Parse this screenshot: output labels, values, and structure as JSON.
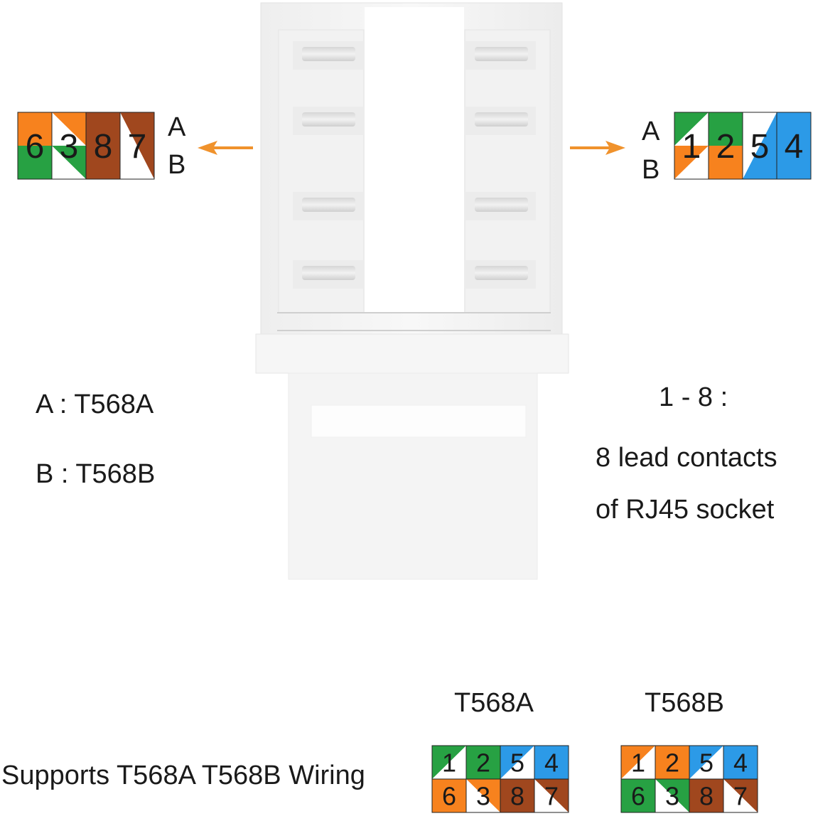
{
  "colors": {
    "orange": "#f7821e",
    "green": "#27a143",
    "blue": "#2c9ae7",
    "brown": "#a0471e",
    "white": "#ffffff",
    "arrow": "#f0922c",
    "outline": "#222222"
  },
  "top_left_block": {
    "side_labels": [
      "A",
      "B"
    ],
    "cells": [
      {
        "digit": "6",
        "a": "orange",
        "b": "green",
        "split": "horizontal"
      },
      {
        "digit": "3",
        "a": "orange",
        "b": "green",
        "split": "diag-backslash"
      },
      {
        "digit": "8",
        "a": "brown",
        "b": "brown",
        "split": "none"
      },
      {
        "digit": "7",
        "a": "brown",
        "b": "brown",
        "split": "diag-backslash"
      }
    ]
  },
  "top_right_block": {
    "side_labels": [
      "A",
      "B"
    ],
    "cells": [
      {
        "digit": "1",
        "a": "green",
        "b": "orange",
        "split": "diag-slash"
      },
      {
        "digit": "2",
        "a": "green",
        "b": "orange",
        "split": "horizontal"
      },
      {
        "digit": "5",
        "a": "blue",
        "b": "blue",
        "split": "diag-slash"
      },
      {
        "digit": "4",
        "a": "blue",
        "b": "blue",
        "split": "none"
      }
    ]
  },
  "legend_left": {
    "line_a": "A : T568A",
    "line_b": "B : T568B"
  },
  "legend_right": {
    "line1": "1 - 8 :",
    "line2": "8 lead contacts",
    "line3": "of RJ45 socket"
  },
  "bottom": {
    "supports_text": "Supports T568A T568B Wiring",
    "t568a": {
      "title": "T568A",
      "top": [
        {
          "digit": "1",
          "color": "green",
          "stripe": true
        },
        {
          "digit": "2",
          "color": "green",
          "stripe": false
        },
        {
          "digit": "5",
          "color": "blue",
          "stripe": true
        },
        {
          "digit": "4",
          "color": "blue",
          "stripe": false
        }
      ],
      "bottom": [
        {
          "digit": "6",
          "color": "orange",
          "stripe": false
        },
        {
          "digit": "3",
          "color": "orange",
          "stripe": true
        },
        {
          "digit": "8",
          "color": "brown",
          "stripe": false
        },
        {
          "digit": "7",
          "color": "brown",
          "stripe": true
        }
      ]
    },
    "t568b": {
      "title": "T568B",
      "top": [
        {
          "digit": "1",
          "color": "orange",
          "stripe": true
        },
        {
          "digit": "2",
          "color": "orange",
          "stripe": false
        },
        {
          "digit": "5",
          "color": "blue",
          "stripe": true
        },
        {
          "digit": "4",
          "color": "blue",
          "stripe": false
        }
      ],
      "bottom": [
        {
          "digit": "6",
          "color": "green",
          "stripe": false
        },
        {
          "digit": "3",
          "color": "green",
          "stripe": true
        },
        {
          "digit": "8",
          "color": "brown",
          "stripe": false
        },
        {
          "digit": "7",
          "color": "brown",
          "stripe": true
        }
      ]
    }
  }
}
